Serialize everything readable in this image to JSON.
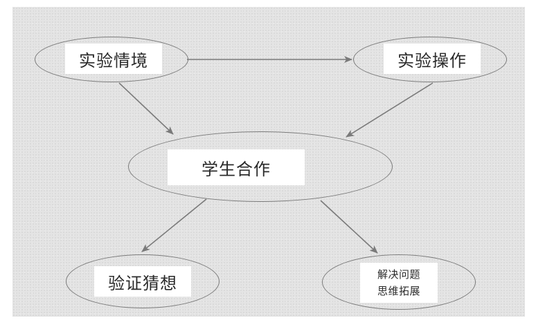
{
  "nodes": {
    "context": {
      "label": "实验情境"
    },
    "operation": {
      "label": "实验操作"
    },
    "cooperation": {
      "label": "学生合作"
    },
    "verify": {
      "label": "验证猜想"
    },
    "solve": {
      "line1": "解决问题",
      "line2": "思维拓展"
    }
  },
  "edges": [
    {
      "from": "实验情境",
      "to": "实验操作"
    },
    {
      "from": "实验情境",
      "to": "学生合作"
    },
    {
      "from": "实验操作",
      "to": "学生合作"
    },
    {
      "from": "学生合作",
      "to": "验证猜想"
    },
    {
      "from": "学生合作",
      "to": "解决问题 思维拓展"
    }
  ],
  "colors": {
    "background": "#e4e4e4",
    "stroke": "#7a7a7a",
    "label_bg": "#ffffff",
    "text": "#2a2a2a"
  }
}
